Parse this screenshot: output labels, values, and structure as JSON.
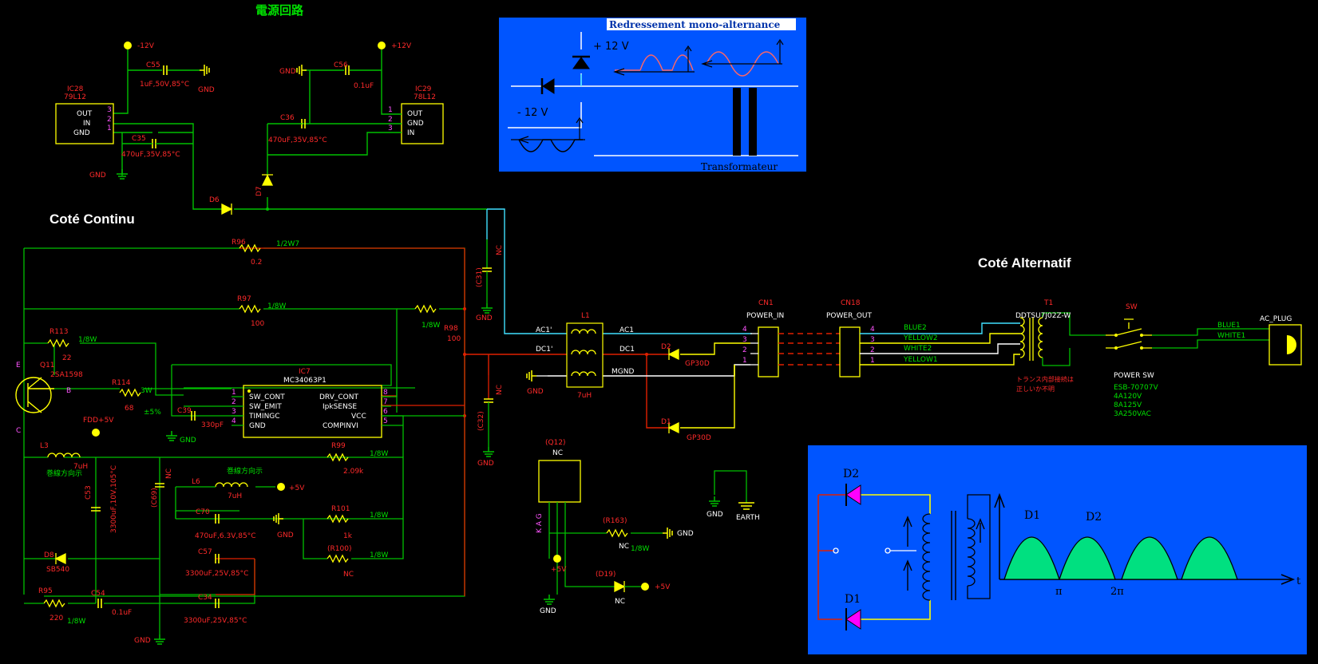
{
  "headers": {
    "power_circuit": "電源回路",
    "dc_side": "Coté Continu",
    "ac_side": "Coté Alternatif"
  },
  "colors": {
    "wire_green": "#00c000",
    "wire_red": "#e02000",
    "wire_cyan": "#40e0ff",
    "wire_yellow": "#ffff00",
    "wire_white": "#ffffff",
    "panel_blue": "#0055ff",
    "diode_magenta": "#ff00ff",
    "wave_fill": "#00e080"
  },
  "top_psu": {
    "rail_m12": "-12V",
    "rail_p12": "+12V",
    "c55": {
      "ref": "C55",
      "value": "1uF,50V,85°C"
    },
    "c56": {
      "ref": "C56",
      "value": "0.1uF"
    },
    "c36": {
      "ref": "C36",
      "value": "470uF,35V,85°C"
    },
    "c35": {
      "ref": "C35",
      "value": "470uF,35V,85°C"
    },
    "ic28": {
      "ref": "IC28",
      "part": "79L12",
      "pins": [
        "OUT",
        "IN",
        "GND"
      ],
      "nums": [
        "3",
        "2",
        "1"
      ]
    },
    "ic29": {
      "ref": "IC29",
      "part": "78L12",
      "pins": [
        "OUT",
        "GND",
        "IN"
      ],
      "nums": [
        "1",
        "2",
        "3"
      ]
    },
    "d6": "D6",
    "d7": "D7",
    "gnd": "GND"
  },
  "regulator": {
    "r96": {
      "ref": "R96",
      "value": "0.2",
      "power": "1/2W7"
    },
    "r97": {
      "ref": "R97",
      "value": "100",
      "power": "1/8W"
    },
    "r98": {
      "ref": "R98",
      "value": "100",
      "power": "1/8W"
    },
    "r113": {
      "ref": "R113",
      "value": "22",
      "power": "1/8W"
    },
    "q11": {
      "ref": "Q11",
      "part": "2SA1598",
      "e": "E",
      "b": "B",
      "c": "C"
    },
    "r114": {
      "ref": "R114",
      "value": "68",
      "power": "3W",
      "tol": "±5%"
    },
    "ic7": {
      "ref": "IC7",
      "part": "MC34063P1",
      "left_pins": [
        "SW_CONT",
        "SW_EMIT",
        "TIMINGC",
        "GND"
      ],
      "left_nums": [
        "1",
        "2",
        "3",
        "4"
      ],
      "right_pins": [
        "DRV_CONT",
        "IpkSENSE",
        "VCC",
        "COMPINVI"
      ],
      "right_nums": [
        "8",
        "7",
        "6",
        "5"
      ]
    },
    "c39": {
      "ref": "C39",
      "value": "330pF"
    },
    "fdd5v": "FDD+5V",
    "l3": {
      "ref": "L3",
      "value": "7uH",
      "note": "巻線方向示"
    },
    "l6": {
      "ref": "L6",
      "value": "7uH",
      "note": "巻線方向示"
    },
    "c53": {
      "ref": "C53",
      "value": "3300uF,10V,105°C"
    },
    "c69": {
      "ref": "(C69)",
      "value": "NC"
    },
    "c70": {
      "ref": "C70",
      "value": "470uF,6.3V,85°C"
    },
    "c57": {
      "ref": "C57",
      "value": "3300uF,25V,85°C"
    },
    "c34": {
      "ref": "C34",
      "value": "3300uF,25V,85°C"
    },
    "c54": {
      "ref": "C54",
      "value": "0.1uF"
    },
    "r99": {
      "ref": "R99",
      "value": "2.09k",
      "power": "1/8W"
    },
    "r101": {
      "ref": "R101",
      "value": "1k",
      "power": "1/8W"
    },
    "r100": {
      "ref": "(R100)",
      "value": "NC",
      "power": "1/8W"
    },
    "r95": {
      "ref": "R95",
      "value": "220",
      "power": "1/8W"
    },
    "d8": {
      "ref": "D8",
      "part": "SB540"
    },
    "p5v": "+5V",
    "gnd": "GND"
  },
  "mid": {
    "c31": {
      "ref": "(C31)",
      "value": "NC"
    },
    "c32": {
      "ref": "(C32)",
      "value": "NC"
    },
    "l1": {
      "ref": "L1",
      "value": "7uH"
    },
    "ac1p": "AC1'",
    "dc1p": "DC1'",
    "ac1": "AC1",
    "dc1": "DC1",
    "mgnd": "MGND",
    "d2": {
      "ref": "D2",
      "part": "GP30D"
    },
    "d1": {
      "ref": "D1",
      "part": "GP30D"
    },
    "q12": {
      "ref": "(Q12)",
      "value": "NC",
      "pins": "K A G"
    },
    "r163": {
      "ref": "(R163)",
      "value": "NC",
      "power": "1/8W"
    },
    "d19": {
      "ref": "(D19)",
      "value": "NC"
    },
    "p5v": "+5V",
    "gnd": "GND",
    "earth": "EARTH"
  },
  "ac": {
    "cn1": {
      "ref": "CN1",
      "name": "POWER_IN",
      "pins": [
        "4",
        "3",
        "2",
        "1"
      ]
    },
    "cn18": {
      "ref": "CN18",
      "name": "POWER_OUT",
      "pins": [
        "4",
        "3",
        "2",
        "1"
      ]
    },
    "wires": [
      "BLUE2",
      "YELLOW2",
      "WHITE2",
      "YELLOW1"
    ],
    "t1": {
      "ref": "T1",
      "part": "DDTSU7J02Z-W",
      "note1": "トランス内部接続は",
      "note2": "正しいか不明"
    },
    "sw": {
      "ref": "SW",
      "name": "POWER SW",
      "specs": [
        "ESB-70707V",
        "4A120V",
        "8A125V",
        "3A250VAC"
      ]
    },
    "plug": {
      "ref": "AC_PLUG",
      "wires": [
        "BLUE1",
        "WHITE1"
      ]
    }
  },
  "panel_half": {
    "title": "Redressement mono-alternance",
    "p12": "+ 12 V",
    "m12": "- 12 V",
    "transformer": "Transformateur"
  },
  "panel_full": {
    "d1": "D1",
    "d2": "D2",
    "pi": "π",
    "two_pi": "2π",
    "t": "t"
  }
}
